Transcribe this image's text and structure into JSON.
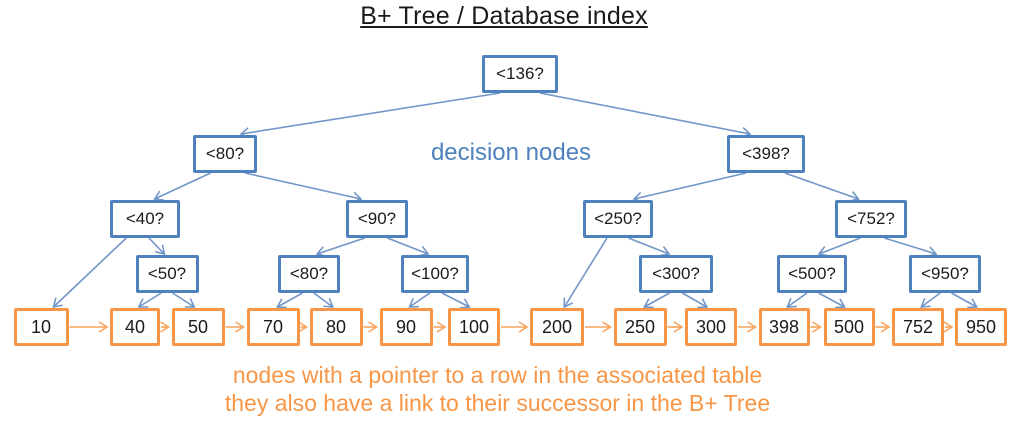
{
  "title": "B+ Tree / Database index",
  "annotations": {
    "decision_label": "decision nodes",
    "caption_line1": "nodes with a pointer to a row in the associated table",
    "caption_line2": "they also have a link to their successor in the B+ Tree"
  },
  "colors": {
    "title_color": "#1a1a1a",
    "node_text": "#1b1b1b",
    "decision_blue": "#4f81bd",
    "connector_blue": "#7296c7",
    "leaf_orange": "#f79646",
    "connector_orange": "#f7a45f",
    "caption_orange": "#f79646"
  },
  "tree": {
    "decision_nodes": [
      {
        "id": "d136",
        "label": "<136?"
      },
      {
        "id": "d80",
        "label": "<80?"
      },
      {
        "id": "d398",
        "label": "<398?"
      },
      {
        "id": "d40",
        "label": "<40?"
      },
      {
        "id": "d90",
        "label": "<90?"
      },
      {
        "id": "d250",
        "label": "<250?"
      },
      {
        "id": "d752",
        "label": "<752?"
      },
      {
        "id": "d50",
        "label": "<50?"
      },
      {
        "id": "d80b",
        "label": "<80?"
      },
      {
        "id": "d100",
        "label": "<100?"
      },
      {
        "id": "d300",
        "label": "<300?"
      },
      {
        "id": "d500",
        "label": "<500?"
      },
      {
        "id": "d950",
        "label": "<950?"
      }
    ],
    "leaf_nodes": [
      {
        "id": "l10",
        "label": "10"
      },
      {
        "id": "l40",
        "label": "40"
      },
      {
        "id": "l50",
        "label": "50"
      },
      {
        "id": "l70",
        "label": "70"
      },
      {
        "id": "l80",
        "label": "80"
      },
      {
        "id": "l90",
        "label": "90"
      },
      {
        "id": "l100",
        "label": "100"
      },
      {
        "id": "l200",
        "label": "200"
      },
      {
        "id": "l250",
        "label": "250"
      },
      {
        "id": "l300",
        "label": "300"
      },
      {
        "id": "l398",
        "label": "398"
      },
      {
        "id": "l500",
        "label": "500"
      },
      {
        "id": "l752",
        "label": "752"
      },
      {
        "id": "l950",
        "label": "950"
      }
    ],
    "edges": [
      [
        "d136",
        "d80"
      ],
      [
        "d136",
        "d398"
      ],
      [
        "d80",
        "d40"
      ],
      [
        "d80",
        "d90"
      ],
      [
        "d398",
        "d250"
      ],
      [
        "d398",
        "d752"
      ],
      [
        "d40",
        "l10"
      ],
      [
        "d40",
        "d50"
      ],
      [
        "d50",
        "l40"
      ],
      [
        "d50",
        "l50"
      ],
      [
        "d90",
        "d80b"
      ],
      [
        "d90",
        "d100"
      ],
      [
        "d80b",
        "l70"
      ],
      [
        "d80b",
        "l80"
      ],
      [
        "d100",
        "l90"
      ],
      [
        "d100",
        "l100"
      ],
      [
        "d250",
        "l200"
      ],
      [
        "d250",
        "d300"
      ],
      [
        "d300",
        "l250"
      ],
      [
        "d300",
        "l300"
      ],
      [
        "d752",
        "d500"
      ],
      [
        "d752",
        "d950"
      ],
      [
        "d500",
        "l398"
      ],
      [
        "d500",
        "l500"
      ],
      [
        "d950",
        "l752"
      ],
      [
        "d950",
        "l950"
      ]
    ],
    "leaf_chain": [
      "l10",
      "l40",
      "l50",
      "l70",
      "l80",
      "l90",
      "l100",
      "l200",
      "l250",
      "l300",
      "l398",
      "l500",
      "l752",
      "l950"
    ]
  }
}
